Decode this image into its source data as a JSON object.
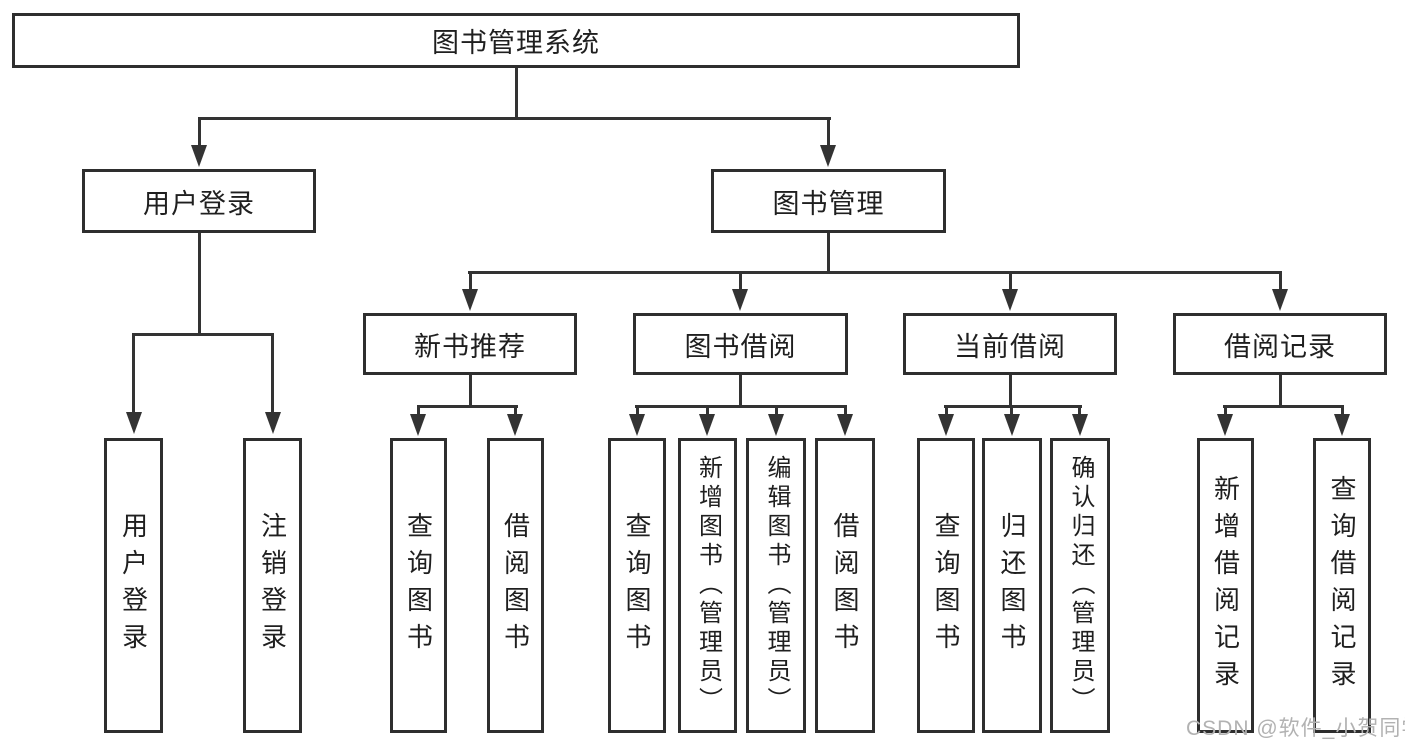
{
  "diagram": {
    "root": {
      "label": "图书管理系统"
    },
    "branches": {
      "user": {
        "label": "用户登录",
        "children": [
          {
            "label": "用户登录"
          },
          {
            "label": "注销登录"
          }
        ]
      },
      "management": {
        "label": "图书管理",
        "categories": [
          {
            "label": "新书推荐",
            "children": [
              {
                "label": "查询图书"
              },
              {
                "label": "借阅图书"
              }
            ]
          },
          {
            "label": "图书借阅",
            "children": [
              {
                "label": "查询图书"
              },
              {
                "label": "新增图书（管理员）"
              },
              {
                "label": "编辑图书（管理员）"
              },
              {
                "label": "借阅图书"
              }
            ]
          },
          {
            "label": "当前借阅",
            "children": [
              {
                "label": "查询图书"
              },
              {
                "label": "归还图书"
              },
              {
                "label": "确认归还（管理员）"
              }
            ]
          },
          {
            "label": "借阅记录",
            "children": [
              {
                "label": "新增借阅记录"
              },
              {
                "label": "查询借阅记录"
              }
            ]
          }
        ]
      }
    },
    "watermark": "CSDN @软件_小贺同学",
    "colors": {
      "line": "#333333",
      "border": "#2e2e2e",
      "text": "#1f1f1f",
      "box_bg": "#ffffff",
      "watermark": "#b2b2b2"
    }
  }
}
